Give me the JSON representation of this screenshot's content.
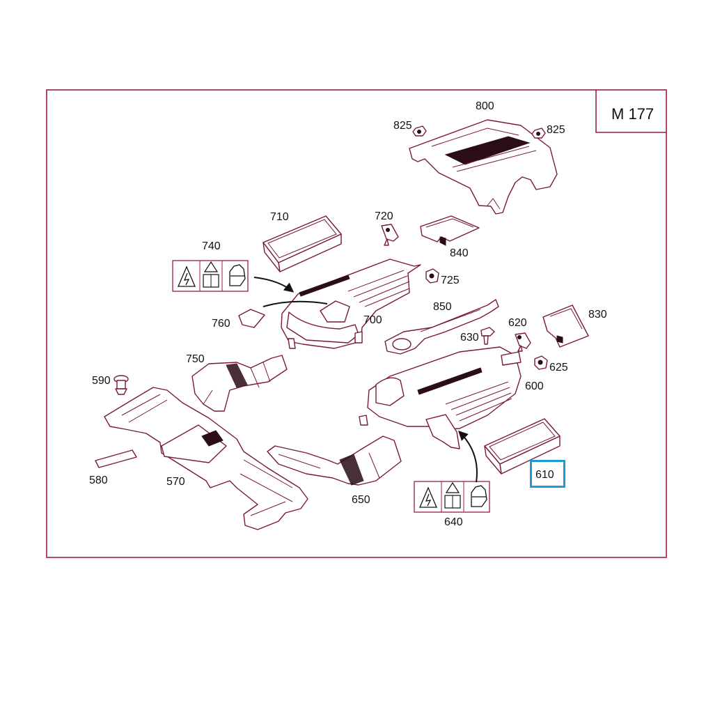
{
  "diagram": {
    "model": "M 177",
    "highlighted_part": "610",
    "colors": {
      "frame": "#9b1c3a",
      "outline": "#7a1a30",
      "fill": "#ffffff",
      "highlight": "#1a9bd7",
      "label": "#111111"
    },
    "parts": [
      {
        "id": "800"
      },
      {
        "id": "825a",
        "label": "825"
      },
      {
        "id": "825b",
        "label": "825"
      },
      {
        "id": "710"
      },
      {
        "id": "720"
      },
      {
        "id": "740"
      },
      {
        "id": "840"
      },
      {
        "id": "725"
      },
      {
        "id": "760"
      },
      {
        "id": "700"
      },
      {
        "id": "850"
      },
      {
        "id": "630"
      },
      {
        "id": "620"
      },
      {
        "id": "830"
      },
      {
        "id": "625"
      },
      {
        "id": "750"
      },
      {
        "id": "590"
      },
      {
        "id": "600"
      },
      {
        "id": "580"
      },
      {
        "id": "570"
      },
      {
        "id": "650"
      },
      {
        "id": "610"
      },
      {
        "id": "640"
      }
    ]
  }
}
